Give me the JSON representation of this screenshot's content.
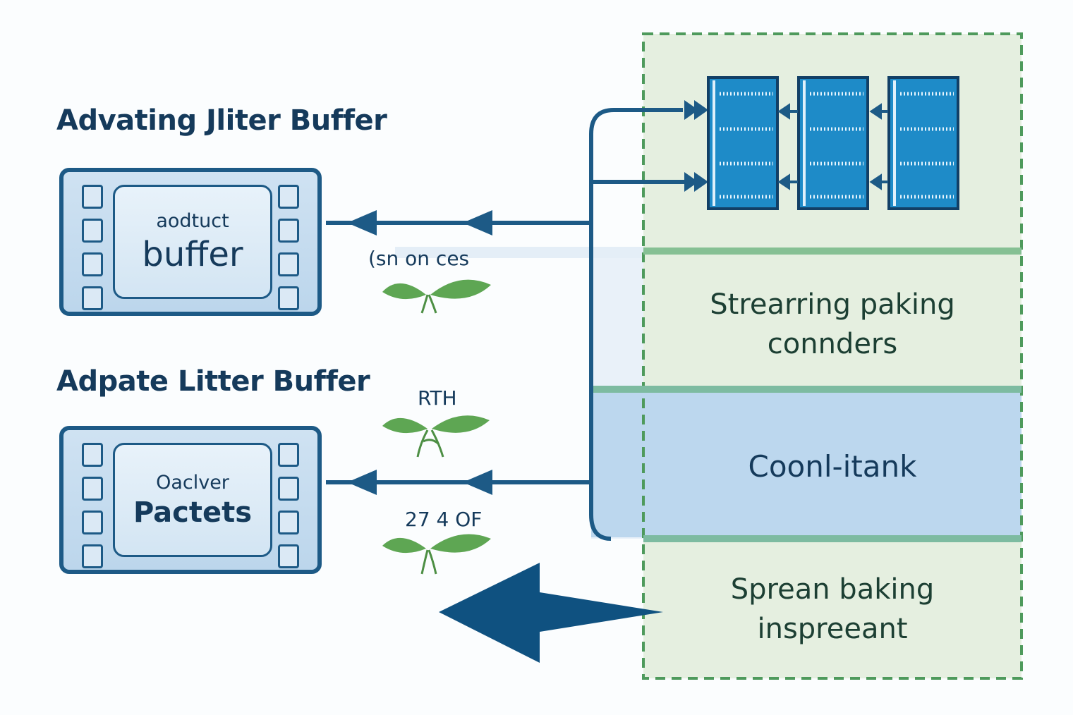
{
  "diagram": {
    "top_section": {
      "title": "Advating Jliter Buffer",
      "buffer_line1": "aodtuct",
      "buffer_line2": "buffer",
      "arrow_label": "(sn on ces"
    },
    "bottom_section": {
      "title": "Adpate Litter Buffer",
      "buffer_line1": "Oaclver",
      "buffer_line2": "Pactets",
      "label_upper": "RTH",
      "label_lower": "27 4 OF"
    },
    "panel": {
      "section1_line1": "Strearring paking",
      "section1_line2": "connders",
      "section2": "Coonl-itank",
      "section3_line1": "Sprean baking",
      "section3_line2": "inspreeant"
    },
    "colors": {
      "navy": "#1d5a86",
      "dark_arrow": "#0f5180",
      "packet_blue": "#1e8bc8",
      "panel_green": "#e4efdf",
      "panel_border": "#4e9a5c",
      "band_blue": "#bcd7ee",
      "leaf_green": "#5ea653"
    },
    "icons": [
      "leaf-icon",
      "packet-stack-icon",
      "buffer-device-icon"
    ]
  }
}
